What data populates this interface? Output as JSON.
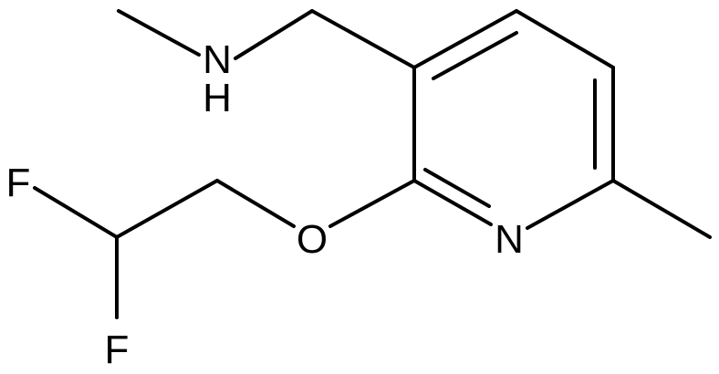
{
  "molecule": {
    "atoms": {
      "nh_n": "N",
      "nh_h": "H",
      "ring_n": "N",
      "ether_o": "O",
      "fluorine_top": "F",
      "fluorine_bottom": "F"
    }
  }
}
